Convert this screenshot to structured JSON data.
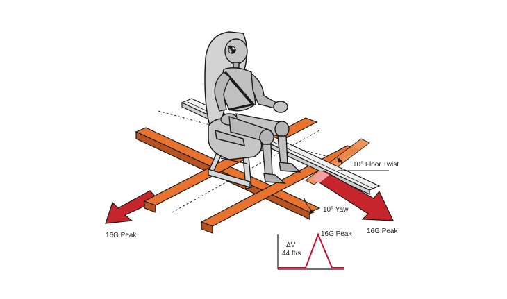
{
  "labels": {
    "left_peak": "16G Peak",
    "right_peak": "16G Peak",
    "floor_twist": "10° Floor Twist",
    "yaw": "10° Yaw",
    "pulse_peak": "16G Peak",
    "delta_v": "ΔV",
    "velocity": "44 ft/s"
  },
  "colors": {
    "rail_orange": "#e8732f",
    "rail_orange_dark": "#b85220",
    "arrow_red": "#c7252c",
    "pulse_red": "#c8102e",
    "seat_gray": "#cfcfcf",
    "dummy_gray": "#bdbdbd",
    "outline": "#1a1a1a"
  },
  "icons": [
    "crash-test-dummy-icon",
    "aircraft-seat-icon"
  ]
}
